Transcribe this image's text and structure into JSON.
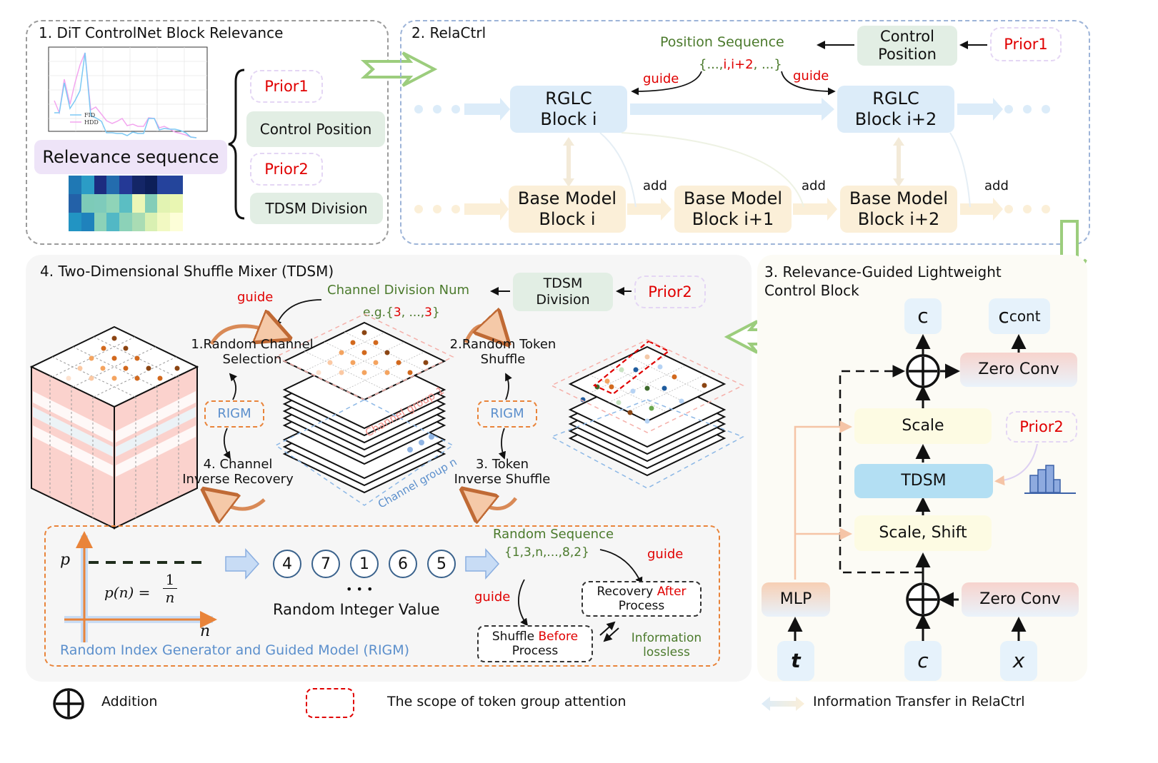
{
  "panel1": {
    "title": "1. DiT ControlNet Block Relevance",
    "relevance_label": "Relevance sequence",
    "prior1": "Prior1",
    "control_position": "Control Position",
    "prior2": "Prior2",
    "tdsm_division": "TDSM Division",
    "chart_legend": [
      "FID",
      "HDD"
    ]
  },
  "panel2": {
    "title": "2. RelaCtrl",
    "position_sequence": "Position Sequence",
    "sequence_prefix": "{...,",
    "sequence_highlight": "i,i+2",
    "sequence_suffix": ", ...}",
    "control_position_line1": "Control",
    "control_position_line2": "Position",
    "prior1": "Prior1",
    "guide_left": "guide",
    "guide_right": "guide",
    "rglc_i_line1": "RGLC",
    "rglc_i_line2": "Block i",
    "rglc_i2_line1": "RGLC",
    "rglc_i2_line2": "Block i+2",
    "base_i_line1": "Base Model",
    "base_i_line2": "Block i",
    "base_i1_line1": "Base Model",
    "base_i1_line2": "Block i+1",
    "base_i2_line1": "Base Model",
    "base_i2_line2": "Block i+2",
    "add_labels": [
      "add",
      "add",
      "add"
    ]
  },
  "panel3": {
    "title_line1": "3. Relevance-Guided Lightweight",
    "title_line2": "Control Block",
    "c_out": "c",
    "c_cont": "c",
    "c_cont_sub": "cont",
    "zero_conv_top": "Zero Conv",
    "scale": "Scale",
    "prior2": "Prior2",
    "tdsm": "TDSM",
    "scale_shift": "Scale, Shift",
    "mlp": "MLP",
    "zero_conv_bottom": "Zero Conv",
    "input_t": "t",
    "input_c": "c",
    "input_x": "x"
  },
  "panel4": {
    "title": "4. Two-Dimensional Shuffle Mixer (TDSM)",
    "channel_division_num": "Channel Division Num",
    "eg_prefix": "e.g.{",
    "eg_first": "3",
    "eg_middle": ", ...,",
    "eg_last": "3",
    "eg_suffix": "}",
    "tdsm_division_line1": "TDSM",
    "tdsm_division_line2": "Division",
    "prior2": "Prior2",
    "guide": "guide",
    "step1_line1": "1.Random Channel",
    "step1_line2": "Selection",
    "step2_line1": "2.Random Token",
    "step2_line2": "Shuffle",
    "step3_line1": "3. Token",
    "step3_line2": "Inverse Shuffle",
    "step4_line1": "4. Channel",
    "step4_line2": "Inverse Recovery",
    "rigm_left": "RIGM",
    "rigm_right": "RIGM",
    "channel_group_1": "Channel group 1",
    "channel_group_n": "Channel group n",
    "rigm": {
      "p_label": "p",
      "n_label": "n",
      "formula_lhs": "p(n) =",
      "formula_num": "1",
      "formula_den": "n",
      "integers": [
        "4",
        "7",
        "1",
        "6",
        "5"
      ],
      "ellipsis": "• • •",
      "random_integer_value": "Random Integer Value",
      "random_sequence": "Random Sequence",
      "random_sequence_values": "{1,3,n,...,8,2}",
      "guide_top": "guide",
      "guide_left": "guide",
      "recovery_word": "Recovery",
      "after_word": "After",
      "process_1": "Process",
      "shuffle_word": "Shuffle",
      "before_word": "Before",
      "process_2": "Process",
      "info_line1": "Information",
      "info_line2": "lossless",
      "footer": "Random Index Generator and Guided Model (RIGM)"
    }
  },
  "legend": {
    "addition": "Addition",
    "token_group": "The scope of token group attention",
    "info_transfer": "Information Transfer in RelaCtrl"
  },
  "colors": {
    "prior_red": "#e00000",
    "green_text": "#4b7a2c",
    "arrow_green": "#9ccd7d",
    "rigm_blue": "#5b8fcc",
    "rigm_orange": "#e9843a"
  }
}
